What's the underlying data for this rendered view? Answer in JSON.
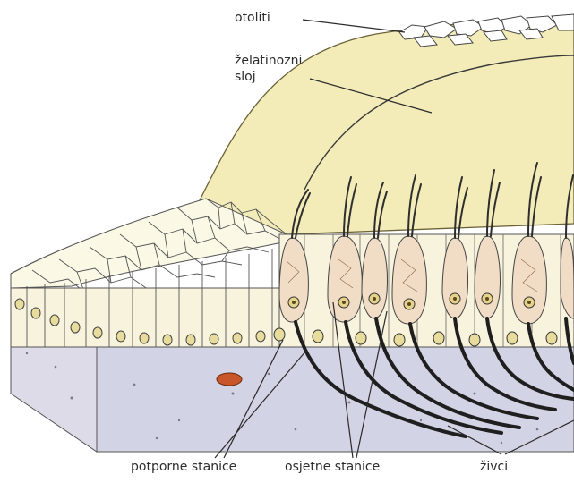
{
  "labels": {
    "otoliti": "otoliti",
    "gel_line1": "želatinozni",
    "gel_line2": "sloj",
    "support": "potporne stanice",
    "sensory": "osjetne stanice",
    "nerves": "živci"
  },
  "colors": {
    "gel": "#f3ecb8",
    "gel_edge": "#6b6238",
    "cell_fill": "#f7f3dc",
    "sensory_cell": "#f1dcc6",
    "base_side": "#d9d8e6",
    "base_front": "#cfd0e2",
    "nerve": "#2a2a2a",
    "red_spot": "#c9562a"
  }
}
